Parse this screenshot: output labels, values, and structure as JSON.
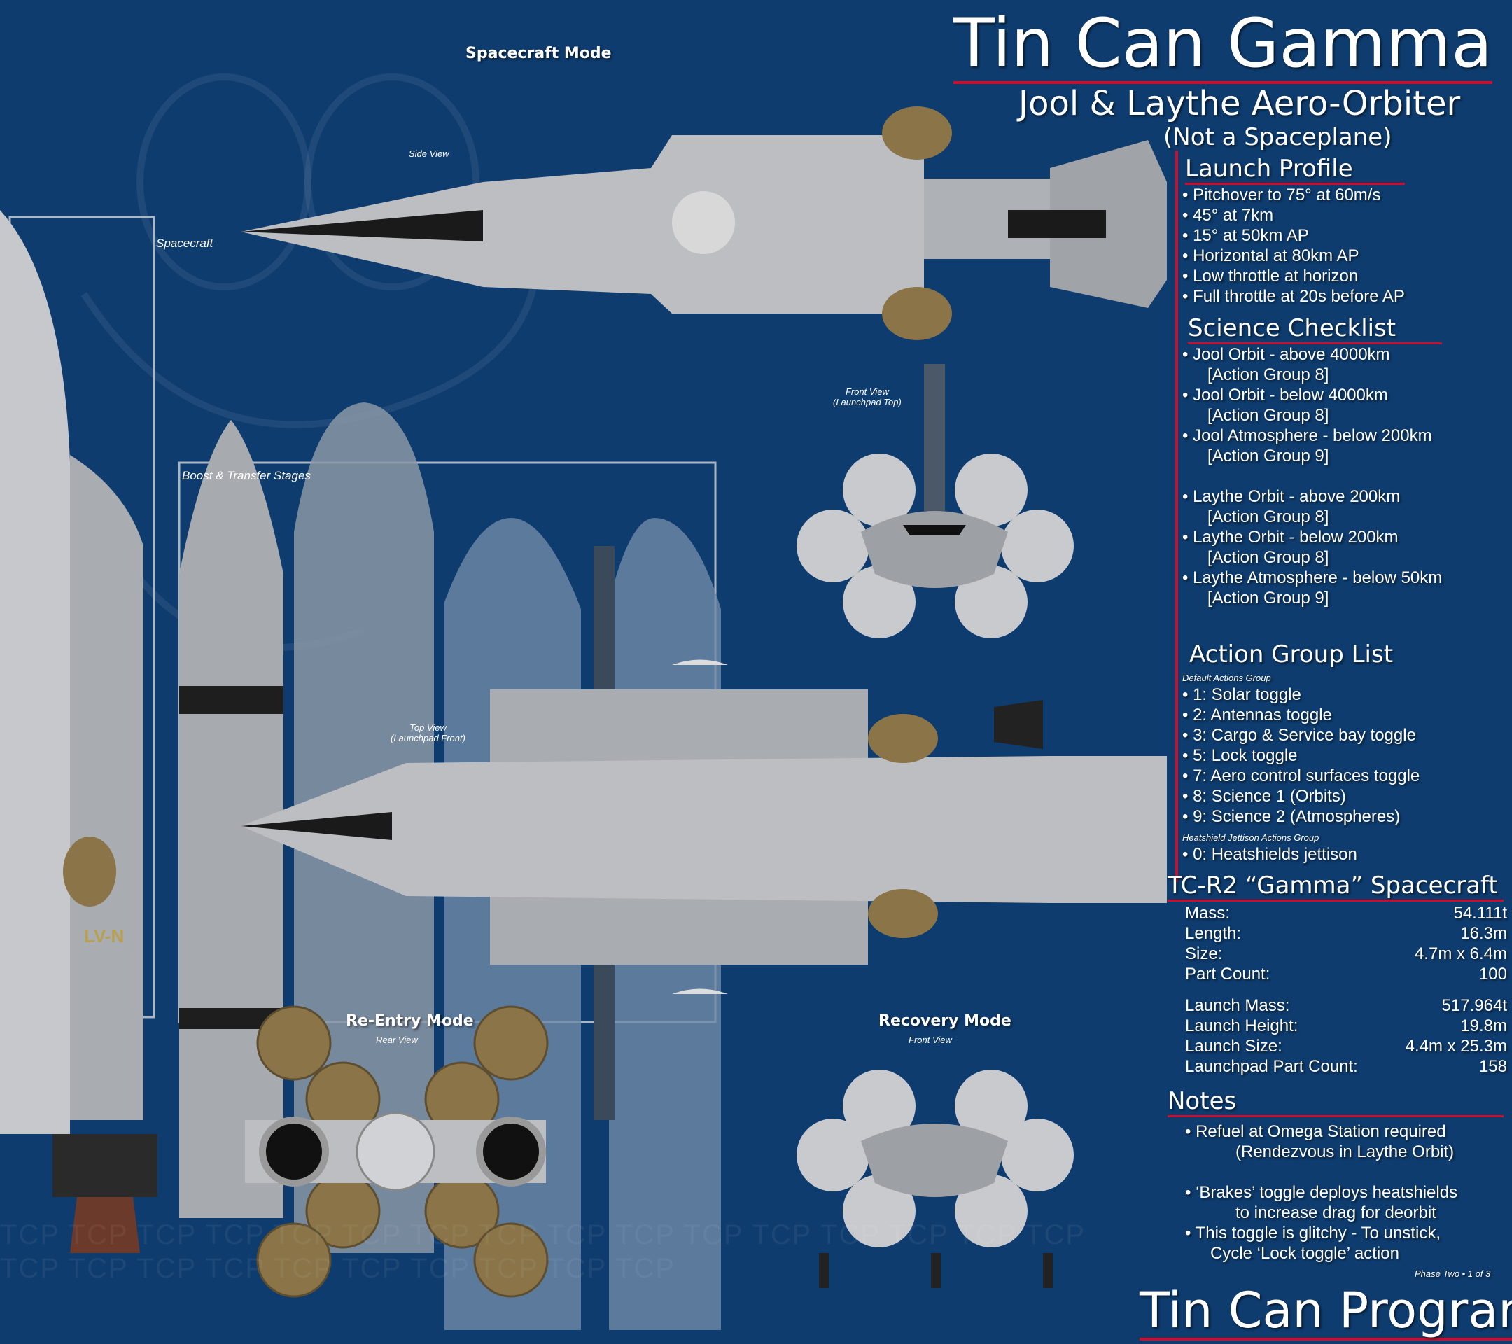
{
  "title": "Tin Can Gamma",
  "subtitle": "Jool & Laythe Aero-Orbiter",
  "subtitle2": "(Not a Spaceplane)",
  "labels": {
    "spacecraft_mode": "Spacecraft Mode",
    "side_view": "Side View",
    "spacecraft": "Spacecraft",
    "boost_stages": "Boost & Transfer Stages",
    "front_view_top_1": "Front View",
    "front_view_top_2": "(Launchpad Top)",
    "top_view_1": "Top View",
    "top_view_2": "(Launchpad Front)",
    "reentry_mode": "Re-Entry Mode",
    "rear_view": "Rear View",
    "recovery_mode": "Recovery Mode",
    "front_view": "Front View",
    "engine_mark": "LV-N"
  },
  "watermark": "TCP TCP TCP TCP TCP TCP TCP TCP TCP TCP TCP TCP TCP TCP TCP TCP TCP TCP TCP TCP TCP TCP TCP TCP TCP TCP",
  "launch_profile": {
    "heading": "Launch Profile",
    "items": [
      "• Pitchover to 75° at 60m/s",
      "• 45° at 7km",
      "• 15° at 50km AP",
      "• Horizontal at 80km AP",
      "• Low throttle at horizon",
      "• Full throttle at 20s before AP"
    ]
  },
  "science": {
    "heading": "Science Checklist",
    "items": [
      {
        "t": "• Jool Orbit - above 4000km",
        "g": "[Action Group 8]"
      },
      {
        "t": "• Jool Orbit - below 4000km",
        "g": "[Action Group 8]"
      },
      {
        "t": "• Jool Atmosphere - below 200km",
        "g": "[Action Group 9]"
      },
      {
        "t": "• Laythe Orbit - above 200km",
        "g": "[Action Group 8]"
      },
      {
        "t": "• Laythe Orbit - below 200km",
        "g": "[Action Group 8]"
      },
      {
        "t": "• Laythe Atmosphere - below 50km",
        "g": "[Action Group 9]"
      }
    ]
  },
  "action_groups": {
    "heading": "Action Group List",
    "default_label": "Default Actions Group",
    "items": [
      "• 1: Solar toggle",
      "• 2: Antennas toggle",
      "• 3: Cargo & Service bay toggle",
      "• 5: Lock toggle",
      "• 7: Aero control surfaces toggle",
      "• 8: Science 1 (Orbits)",
      "• 9: Science 2 (Atmospheres)"
    ],
    "heatshield_label": "Heatshield Jettison Actions Group",
    "heatshield_items": [
      "• 0: Heatshields jettison"
    ]
  },
  "specs": {
    "heading": "TC-R2 “Gamma” Spacecraft",
    "rows": [
      {
        "k": "Mass:",
        "v": "54.111t"
      },
      {
        "k": "Length:",
        "v": "16.3m"
      },
      {
        "k": "Size:",
        "v": "4.7m x 6.4m"
      },
      {
        "k": "Part Count:",
        "v": "100"
      }
    ],
    "launch_rows": [
      {
        "k": "Launch Mass:",
        "v": "517.964t"
      },
      {
        "k": "Launch Height:",
        "v": "19.8m"
      },
      {
        "k": "Launch Size:",
        "v": "4.4m x 25.3m"
      },
      {
        "k": "Launchpad Part Count:",
        "v": "158"
      }
    ]
  },
  "notes": {
    "heading": "Notes",
    "items": [
      {
        "t": "• Refuel at Omega Station required",
        "c": "(Rendezvous in Laythe Orbit)"
      },
      {
        "t": "• ‘Brakes’ toggle deploys heatshields",
        "c": "to increase drag for deorbit"
      },
      {
        "t": "• This toggle is glitchy - To unstick,",
        "c": "Cycle ‘Lock toggle’ action"
      }
    ]
  },
  "phase": "Phase Two • 1 of 3",
  "footer_title": "Tin Can Program",
  "colors": {
    "background": "#0e3c6e",
    "accent": "#c8102e",
    "hull": "#b9bcc0",
    "heatshield": "#8a7448"
  }
}
